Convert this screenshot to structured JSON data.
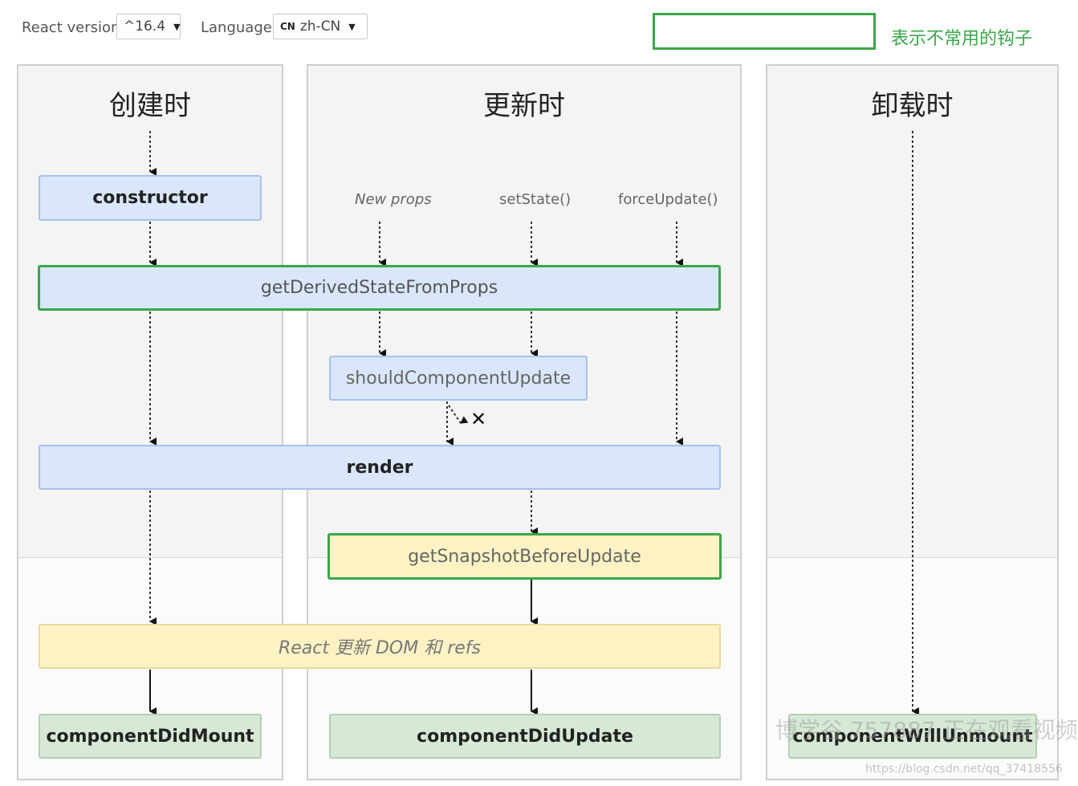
{
  "controls": {
    "react_version_label": "React version",
    "react_version_value": "^16.4",
    "language_label": "Language",
    "language_code": "CN",
    "language_value": "zh-CN",
    "dropdown_arrow": "▼"
  },
  "legend": {
    "text": "表示不常用的钩子",
    "color": "#3aa74a"
  },
  "columns": {
    "mount_title": "创建时",
    "update_title": "更新时",
    "unmount_title": "卸载时"
  },
  "triggers": {
    "new_props": "New props",
    "set_state": "setState()",
    "force_update": "forceUpdate()"
  },
  "nodes": {
    "constructor": "constructor",
    "get_derived_state": "getDerivedStateFromProps",
    "should_update": "shouldComponentUpdate",
    "render": "render",
    "snapshot": "getSnapshotBeforeUpdate",
    "react_update_dom": "React 更新 DOM 和 refs",
    "did_mount": "componentDidMount",
    "did_update": "componentDidUpdate",
    "will_unmount": "componentWillUnmount"
  },
  "cross_mark": "✕",
  "watermark": {
    "overlay": "博学谷 757887 正在观看视频",
    "url": "https://blog.csdn.net/qq_37418556"
  },
  "colors": {
    "blue_fill": "#d9e6fb",
    "yellow_fill": "#fdf2c4",
    "green_fill": "#d6e8d6",
    "rare_border": "#3aa74a",
    "column_bg": "#f4f4f4"
  }
}
